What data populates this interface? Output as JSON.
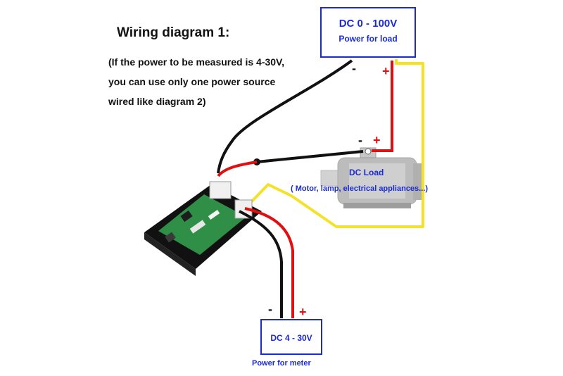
{
  "heading": "Wiring diagram 1:",
  "note": {
    "line1": "(If the power to be measured is 4-30V,",
    "line2": "you can use only one power source",
    "line3": "wired like diagram 2)"
  },
  "load_supply": {
    "voltage": "DC 0 - 100V",
    "caption": "Power for load"
  },
  "dc_load": {
    "title": "DC Load",
    "description": "( Motor, lamp, electrical appliances...)"
  },
  "meter_supply": {
    "voltage": "DC 4 - 30V",
    "caption": "Power for meter"
  },
  "polarity": {
    "minus": "-",
    "plus": "+"
  },
  "colors": {
    "box_border": "#1a2bd6",
    "label_text": "#1a2bd6",
    "wire_black": "#111111",
    "wire_red": "#e01010",
    "wire_yellow": "#f2e32a",
    "pcb": "#2f8f47"
  }
}
